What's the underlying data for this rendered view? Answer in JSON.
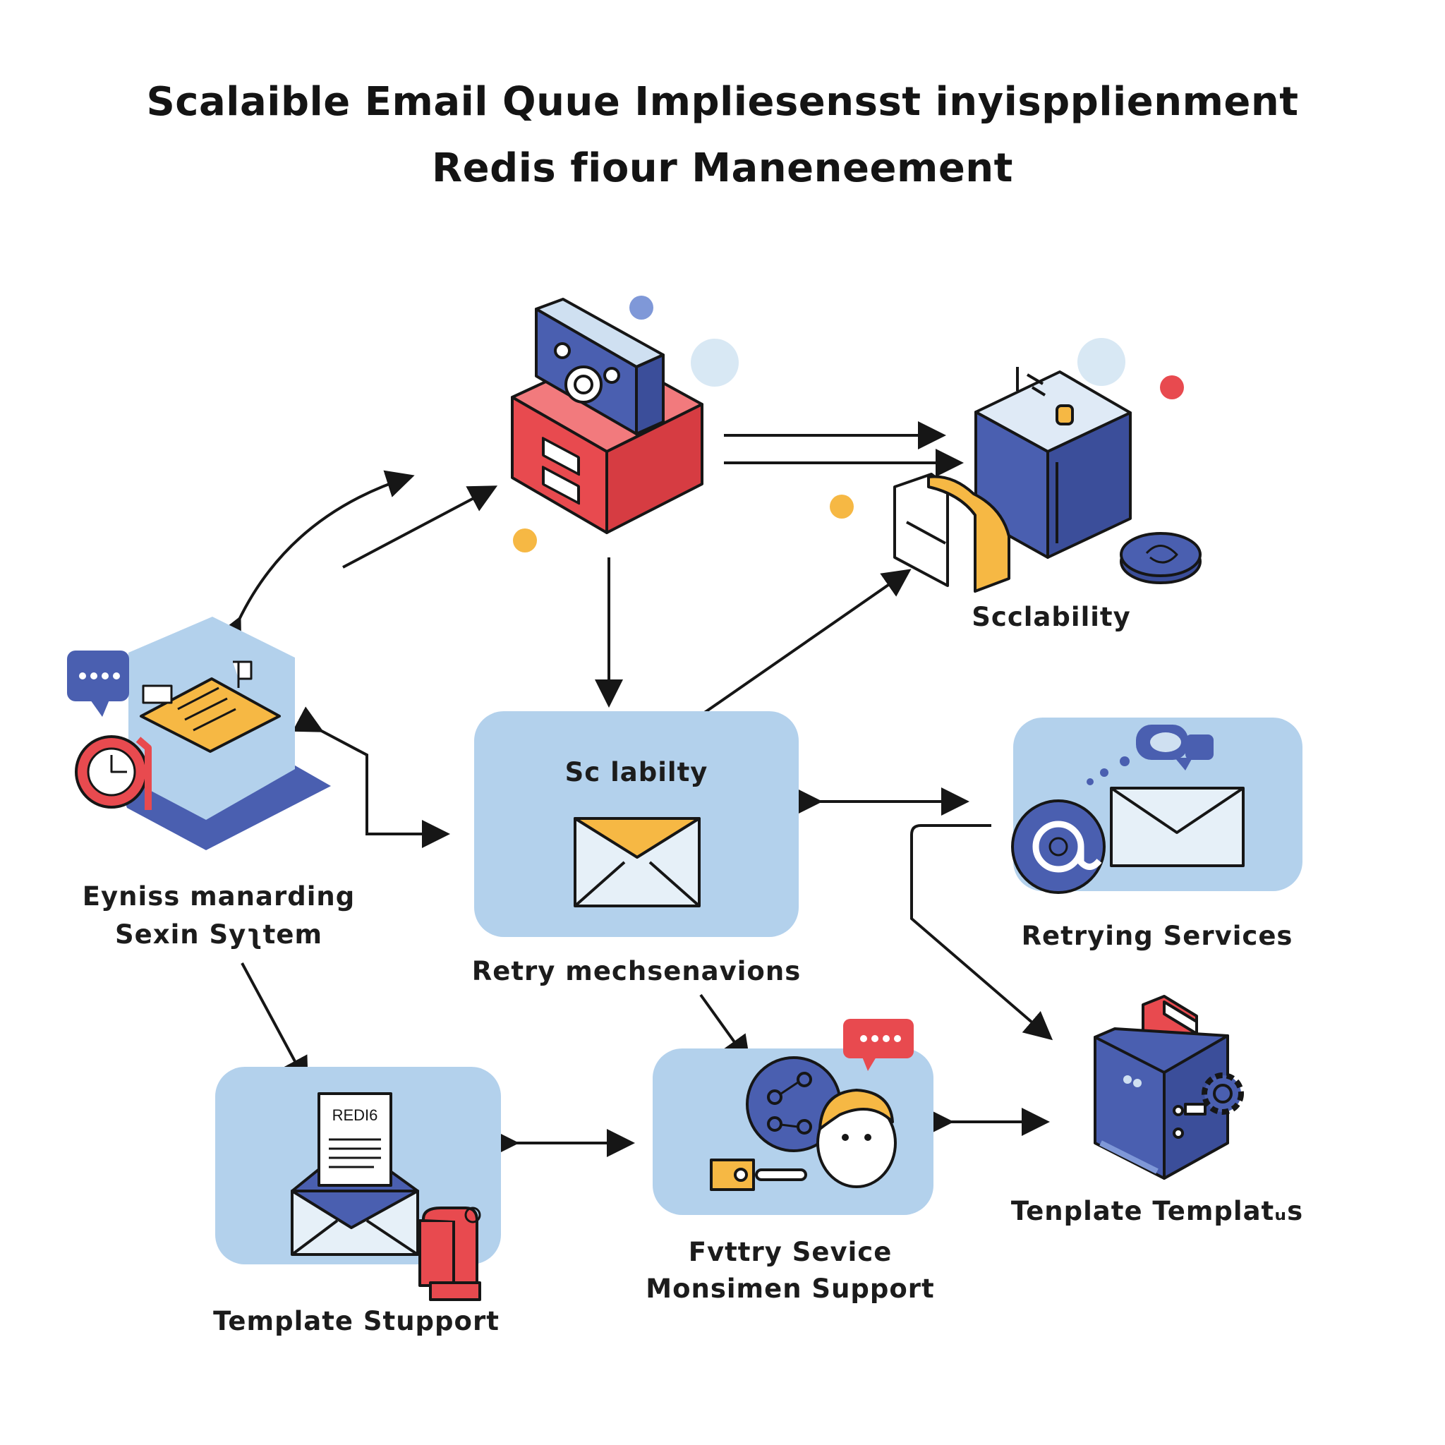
{
  "title": {
    "line1": "Scalaible Email Quue Impliesensst inyispplienment",
    "line2": "Redis fiour Maneneement"
  },
  "nodes": {
    "scalability_top": {
      "label": "Scclability"
    },
    "central": {
      "inner_label": "Sc labilty",
      "label": "Retry mechsenavions"
    },
    "left": {
      "label_line1": "Eyniss manarding",
      "label_line2": "Sexin Syʅtem"
    },
    "retrying": {
      "label": "Retrying Services"
    },
    "template_support": {
      "doc_text": "REDI6",
      "label": "Template Stupport"
    },
    "monitoring": {
      "label_line1": "Fvttry Sevice",
      "label_line2": "Monsimen Support"
    },
    "template_right": {
      "label": "Tenplate  Templatᵤs"
    }
  },
  "colors": {
    "panel": "#b3d1ec",
    "blue": "#4a5fb0",
    "red": "#e84a4f",
    "yellow": "#f6b844",
    "light": "#e6f0f8",
    "outline": "#161616"
  },
  "icons": [
    "database-server-icon",
    "storage-cube-icon",
    "chat-bubble-icon",
    "clock-icon",
    "email-icon",
    "at-sign-icon",
    "document-envelope-icon",
    "user-avatar-icon",
    "book-gear-icon"
  ]
}
